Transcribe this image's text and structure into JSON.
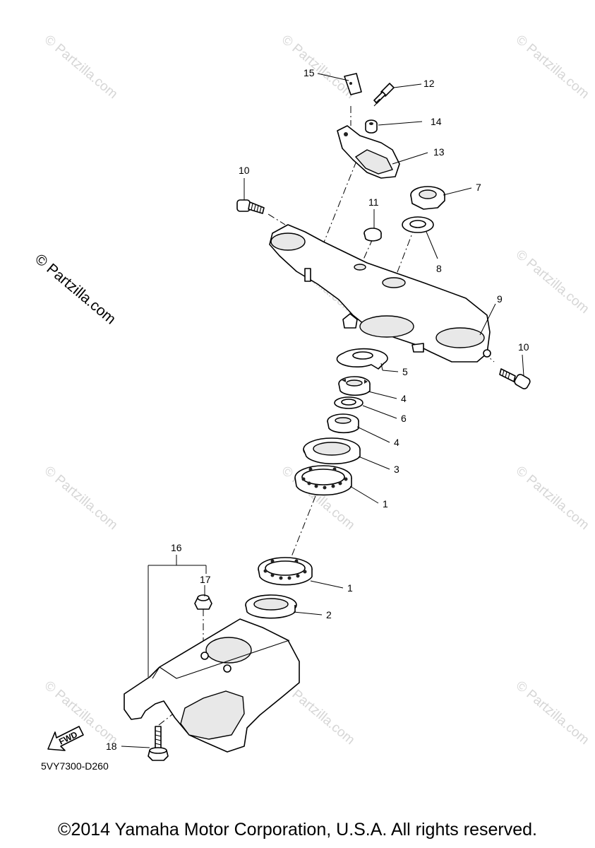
{
  "watermark": {
    "text": "© Partzilla.com"
  },
  "side_copyright": "© Partzilla.com",
  "diagram_code": "5VY7300-D260",
  "footer": "©2014 Yamaha Motor Corporation, U.S.A. All rights reserved.",
  "fwd_label": "FWD",
  "callouts": [
    {
      "number": "15",
      "part": "clip"
    },
    {
      "number": "12",
      "part": "screw"
    },
    {
      "number": "14",
      "part": "collar"
    },
    {
      "number": "13",
      "part": "bracket"
    },
    {
      "number": "10",
      "part": "bolt-left"
    },
    {
      "number": "7",
      "part": "steering-nut"
    },
    {
      "number": "11",
      "part": "cap"
    },
    {
      "number": "8",
      "part": "washer"
    },
    {
      "number": "9",
      "part": "upper-bracket"
    },
    {
      "number": "10",
      "part": "bolt-right"
    },
    {
      "number": "5",
      "part": "lock-washer"
    },
    {
      "number": "4",
      "part": "ring-nut-upper"
    },
    {
      "number": "6",
      "part": "rubber-washer"
    },
    {
      "number": "4",
      "part": "ring-nut-lower"
    },
    {
      "number": "3",
      "part": "bearing-cover"
    },
    {
      "number": "1",
      "part": "ball-race-upper"
    },
    {
      "number": "16",
      "part": "under-bracket-assembly"
    },
    {
      "number": "17",
      "part": "cap-nut"
    },
    {
      "number": "1",
      "part": "ball-race-lower"
    },
    {
      "number": "2",
      "part": "dust-seal"
    },
    {
      "number": "18",
      "part": "bolt-bottom"
    }
  ]
}
